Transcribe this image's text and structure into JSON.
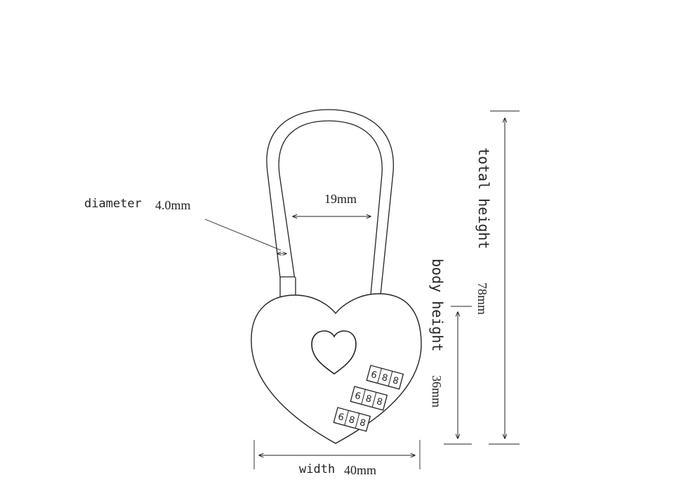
{
  "labels": {
    "diameter_word": "diameter",
    "diameter_value": "4.0mm",
    "shackle_width": "19mm",
    "total_height_word": "total height",
    "total_height_value": "78mm",
    "body_height_word": "body height",
    "body_height_value": "36mm",
    "width_word": "width",
    "width_value": "40mm"
  },
  "dials": [
    {
      "digits": [
        "6",
        "8",
        "8"
      ]
    },
    {
      "digits": [
        "6",
        "8",
        "8"
      ]
    },
    {
      "digits": [
        "6",
        "8",
        "8"
      ]
    }
  ],
  "colors": {
    "line": "#222222",
    "background": "#ffffff"
  }
}
